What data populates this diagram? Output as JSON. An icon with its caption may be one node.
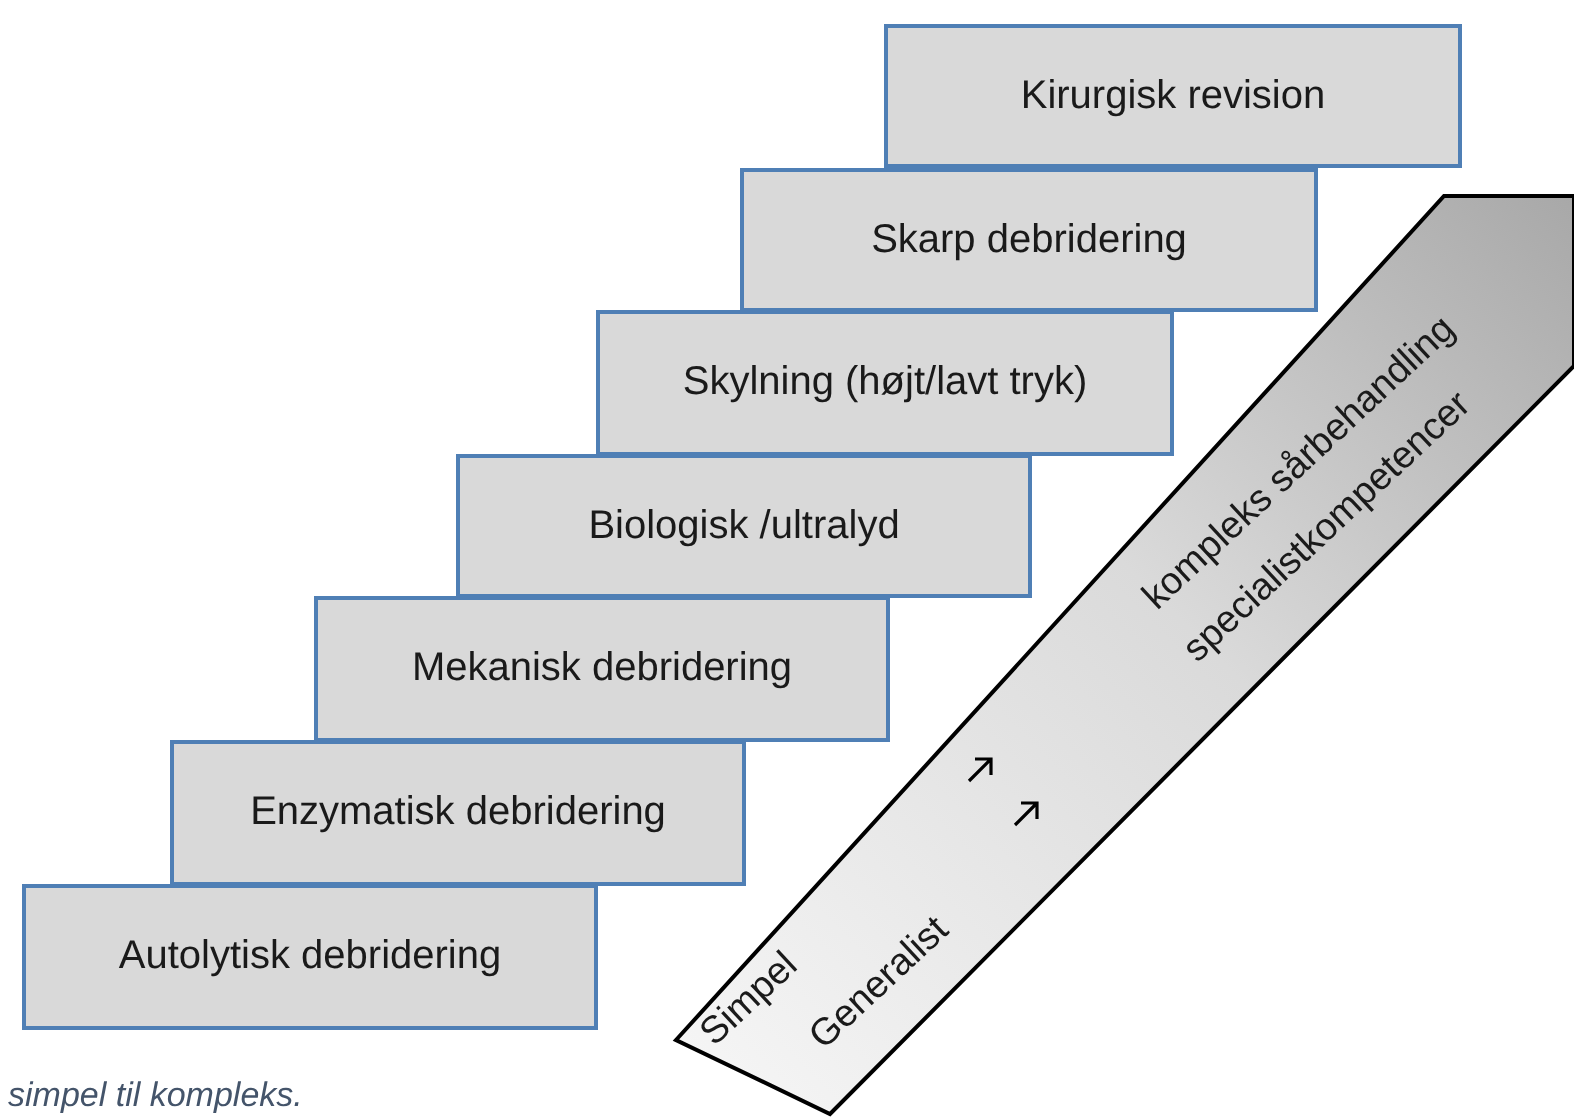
{
  "diagram": {
    "caption": "simpel til kompleks.",
    "nodes": [
      {
        "text": [
          "Kirurgisk revision"
        ]
      },
      {
        "text": [
          "Skarp debridering"
        ]
      },
      {
        "text": [
          "Skylning (højt/lavt tryk)"
        ]
      },
      {
        "text": [
          "Biologisk /ultralyd"
        ]
      },
      {
        "text": [
          "Mekanisk debridering"
        ]
      },
      {
        "text": [
          "Enzymatisk debridering"
        ]
      },
      {
        "text": [
          "Autolytisk debridering"
        ]
      },
      {
        "text": [
          "Simpel",
          "Generalist",
          "kompleks sårbehandling",
          "specialistkompetencer"
        ]
      }
    ]
  }
}
